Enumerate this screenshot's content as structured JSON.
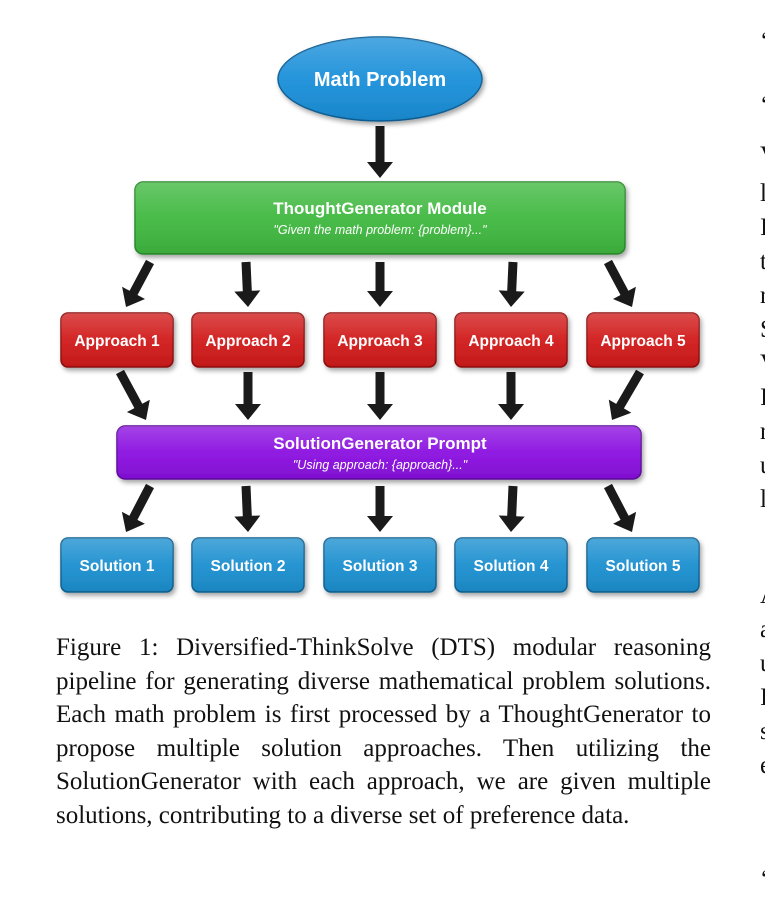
{
  "diagram": {
    "root": {
      "label": "Math Problem",
      "color": "#1a8fd9"
    },
    "thought_module": {
      "title": "ThoughtGenerator Module",
      "subtitle": "\"Given the math problem: {problem}...\"",
      "color": "#3fb83f"
    },
    "approaches": [
      {
        "label": "Approach 1"
      },
      {
        "label": "Approach 2"
      },
      {
        "label": "Approach 3"
      },
      {
        "label": "Approach 4"
      },
      {
        "label": "Approach 5"
      }
    ],
    "approach_color": "#d11a1a",
    "solution_prompt": {
      "title": "SolutionGenerator Prompt",
      "subtitle": "\"Using approach: {approach}...\"",
      "color": "#8a0fe0"
    },
    "solutions": [
      {
        "label": "Solution 1"
      },
      {
        "label": "Solution 2"
      },
      {
        "label": "Solution 3"
      },
      {
        "label": "Solution 4"
      },
      {
        "label": "Solution 5"
      }
    ],
    "solution_color": "#1b8fcf",
    "arrow_color": "#1a1a1a"
  },
  "caption": {
    "label": "Figure 1:",
    "text": "Diversified-ThinkSolve (DTS) modular rea­soning pipeline for generating diverse mathematical problem solutions. Each math problem is first processed by a ThoughtGenerator to propose multiple solution approaches. Then utilizing the SolutionGenerator with each approach, we are given multiple solutions, con­tributing to a diverse set of preference data."
  }
}
